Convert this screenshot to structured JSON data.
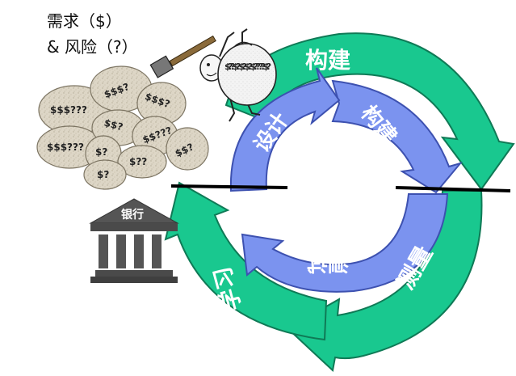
{
  "captions": {
    "line1": "需求（$）",
    "line2": "& 风险（?）"
  },
  "bank": {
    "label": "银行"
  },
  "outer_cycle": {
    "build": "构建",
    "measure": "测量",
    "learn": "学习"
  },
  "inner_cycle": {
    "design": "设计",
    "build": "构建",
    "test": "测试"
  },
  "rocks": [
    "$$$???",
    "$$$?",
    "$$$?",
    "$$?",
    "$$$???",
    "$$???",
    "$?",
    "$??",
    "$$?",
    "$?"
  ],
  "figure": {
    "bag_text": "$??$? $?$ ?$?? ??$?"
  },
  "colors": {
    "outer_green": "#19c88f",
    "inner_blue": "#7b93ef",
    "rock": "#ddd6c6",
    "bank_dark": "#555555",
    "line": "#000000"
  }
}
